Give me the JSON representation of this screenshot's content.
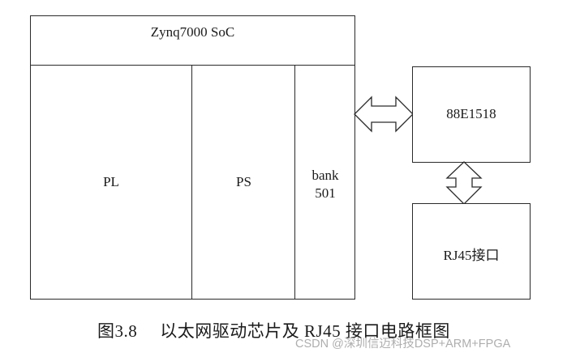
{
  "diagram": {
    "soc": {
      "title": "Zynq7000 SoC",
      "sections": [
        {
          "label": "PL"
        },
        {
          "label": "PS"
        },
        {
          "label_line1": "bank",
          "label_line2": "501"
        }
      ]
    },
    "phy_chip": {
      "label": "88E1518"
    },
    "rj45": {
      "label": "RJ45接口"
    },
    "connections": [
      {
        "from": "bank 501",
        "to": "88E1518",
        "type": "bidirectional",
        "orientation": "horizontal"
      },
      {
        "from": "88E1518",
        "to": "RJ45接口",
        "type": "bidirectional",
        "orientation": "vertical"
      }
    ]
  },
  "caption": {
    "number": "图3.8",
    "text": "以太网驱动芯片及 RJ45 接口电路框图"
  },
  "watermark": "CSDN @深圳信迈科技DSP+ARM+FPGA"
}
